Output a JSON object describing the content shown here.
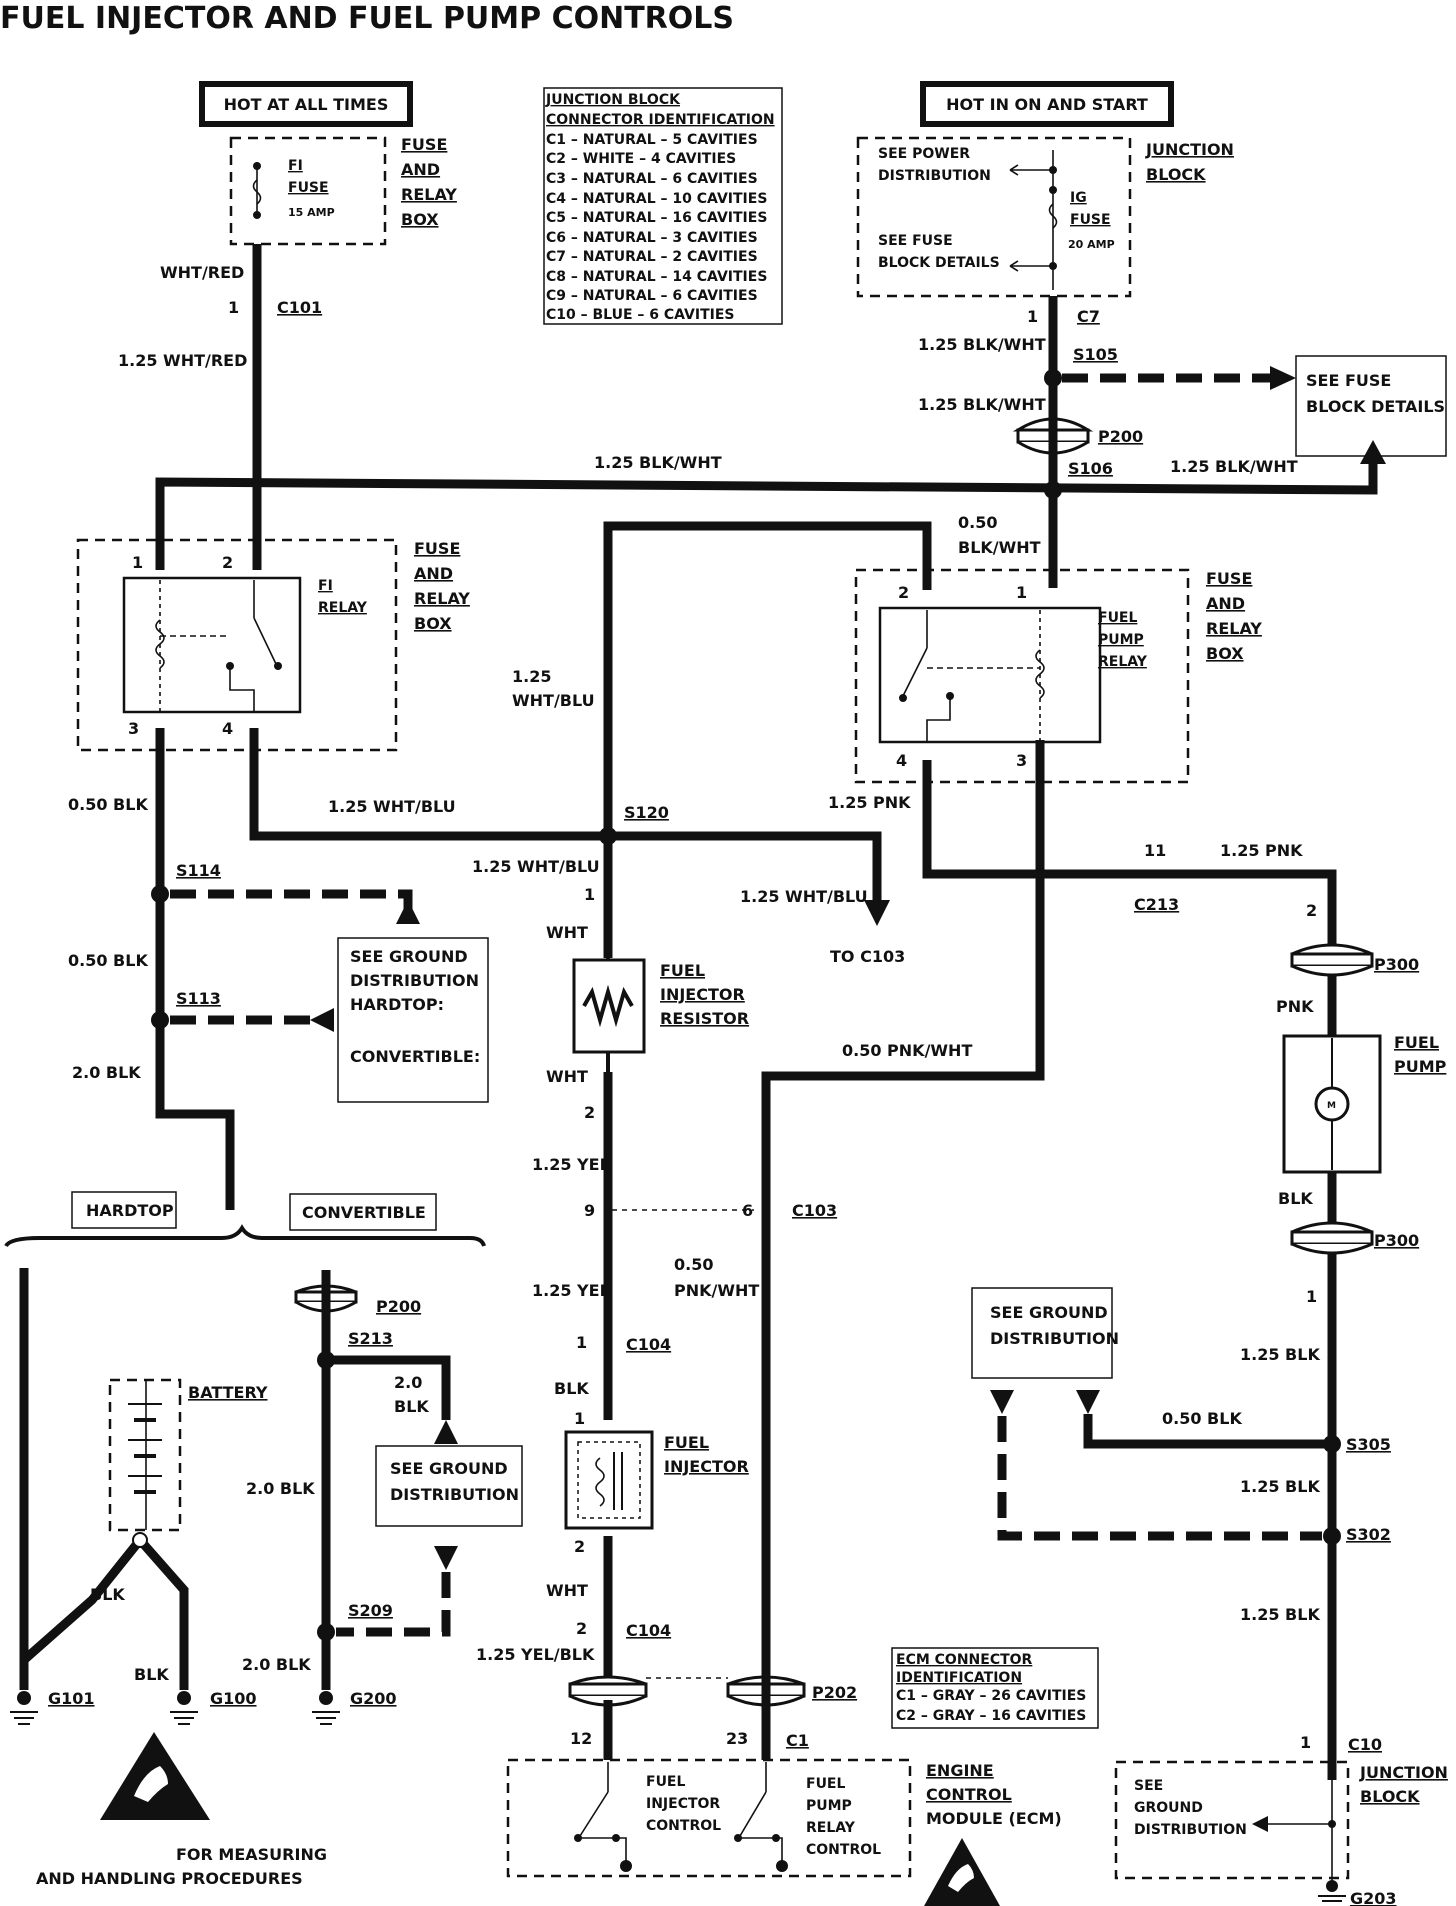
{
  "title": "FUEL INJECTOR AND FUEL PUMP CONTROLS",
  "hot_at_all_times": "HOT AT ALL TIMES",
  "hot_in_on_start": "HOT IN ON AND START",
  "junction_block_table": {
    "header1": "JUNCTION BLOCK",
    "header2": "CONNECTOR IDENTIFICATION",
    "rows": [
      "C1 – NATURAL – 5 CAVITIES",
      "C2 – WHITE – 4 CAVITIES",
      "C3 – NATURAL – 6 CAVITIES",
      "C4 – NATURAL – 10 CAVITIES",
      "C5 – NATURAL – 16 CAVITIES",
      "C6 – NATURAL – 3 CAVITIES",
      "C7 – NATURAL – 2 CAVITIES",
      "C8 – NATURAL – 14 CAVITIES",
      "C9 – NATURAL – 6 CAVITIES",
      "C10 – BLUE – 6 CAVITIES"
    ]
  },
  "ecm_table": {
    "header1": "ECM CONNECTOR",
    "header2": "IDENTIFICATION",
    "rows": [
      "C1 – GRAY – 26 CAVITIES",
      "C2 – GRAY – 16 CAVITIES"
    ]
  },
  "fi_fuse": {
    "name1": "FI",
    "name2": "FUSE",
    "rating": "15 AMP"
  },
  "ig_fuse": {
    "name1": "IG",
    "name2": "FUSE",
    "rating": "20 AMP"
  },
  "fuse_relay_box": {
    "l1": "FUSE",
    "l2": "AND",
    "l3": "RELAY",
    "l4": "BOX"
  },
  "junction_block": {
    "l1": "JUNCTION",
    "l2": "BLOCK"
  },
  "see_power_distribution": {
    "l1": "SEE POWER",
    "l2": "DISTRIBUTION"
  },
  "see_fuse_block_details_small": {
    "l1": "SEE FUSE",
    "l2": "BLOCK DETAILS"
  },
  "see_fuse_block_details": {
    "l1": "SEE FUSE",
    "l2": "BLOCK DETAILS"
  },
  "fi_relay": {
    "l1": "FI",
    "l2": "RELAY"
  },
  "fuel_pump_relay": {
    "l1": "FUEL",
    "l2": "PUMP",
    "l3": "RELAY"
  },
  "see_ground_hardtop": {
    "l1": "SEE GROUND",
    "l2": "DISTRIBUTION",
    "l3": "HARDTOP:",
    "l4": "CONVERTIBLE:"
  },
  "see_ground_1": {
    "l1": "SEE GROUND",
    "l2": "DISTRIBUTION"
  },
  "see_ground_2": {
    "l1": "SEE GROUND",
    "l2": "DISTRIBUTION"
  },
  "see_ground_3": {
    "l1": "SEE",
    "l2": "GROUND",
    "l3": "DISTRIBUTION"
  },
  "fuel_injector_resistor": {
    "l1": "FUEL",
    "l2": "INJECTOR",
    "l3": "RESISTOR"
  },
  "fuel_injector": {
    "l1": "FUEL",
    "l2": "INJECTOR"
  },
  "fuel_pump": {
    "l1": "FUEL",
    "l2": "PUMP"
  },
  "battery": "BATTERY",
  "hardtop": "HARDTOP",
  "convertible": "CONVERTIBLE",
  "to_c103": "TO C103",
  "ecm": {
    "l1": "ENGINE",
    "l2": "CONTROL",
    "l3": "MODULE (ECM)"
  },
  "ecm_inj": {
    "l1": "FUEL",
    "l2": "INJECTOR",
    "l3": "CONTROL"
  },
  "ecm_pump": {
    "l1": "FUEL",
    "l2": "PUMP",
    "l3": "RELAY",
    "l4": "CONTROL"
  },
  "esd_note": {
    "l1": "FOR MEASURING",
    "l2": "AND HANDLING PROCEDURES"
  },
  "wires": {
    "wht_red": "WHT/RED",
    "w125_wht_red": "1.25 WHT/RED",
    "w125_blk_wht_a": "1.25 BLK/WHT",
    "w125_blk_wht_b": "1.25 BLK/WHT",
    "w125_blk_wht_c": "1.25 BLK/WHT",
    "w125_blk_wht_d": "1.25 BLK/WHT",
    "w050": "0.50",
    "blk_wht": "BLK/WHT",
    "w125": "1.25",
    "wht_blu": "WHT/BLU",
    "w125_wht_blu_a": "1.25 WHT/BLU",
    "w125_wht_blu_b": "1.25 WHT/BLU",
    "w125_wht_blu_c": "1.25 WHT/BLU",
    "w050_blk_a": "0.50 BLK",
    "w050_blk_b": "0.50 BLK",
    "w20_blk_a": "2.0 BLK",
    "w125_pnk_a": "1.25 PNK",
    "w125_pnk_b": "1.25 PNK",
    "wht_a": "WHT",
    "wht_b": "WHT",
    "wht_c": "WHT",
    "w050_pnk_wht": "0.50 PNK/WHT",
    "w125_yel_a": "1.25 YEL",
    "w125_yel_b": "1.25 YEL",
    "w050_b": "0.50",
    "pnk_wht": "PNK/WHT",
    "pnk": "PNK",
    "blk_a": "BLK",
    "blk_b": "BLK",
    "blk_c": "BLK",
    "blk_d": "BLK",
    "w20_a": "2.0",
    "w20_blk_b": "2.0 BLK",
    "w20_blk_c": "2.0 BLK",
    "w125_blk_a": "1.25 BLK",
    "w125_blk_b": "1.25 BLK",
    "w125_blk_c": "1.25 BLK",
    "w050_blk_c": "0.50 BLK",
    "w125_yel_blk": "1.25 YEL/BLK"
  },
  "refs": {
    "c101": "C101",
    "c7": "C7",
    "s105": "S105",
    "p200_top": "P200",
    "s106": "S106",
    "s120": "S120",
    "s114": "S114",
    "s113": "S113",
    "c213": "C213",
    "p300_a": "P300",
    "p300_b": "P300",
    "c103": "C103",
    "c104_a": "C104",
    "c104_b": "C104",
    "p200_b": "P200",
    "s213": "S213",
    "s209": "S209",
    "g101": "G101",
    "g100": "G100",
    "g200": "G200",
    "p202": "P202",
    "c1": "C1",
    "s305": "S305",
    "s302": "S302",
    "c10": "C10",
    "g203": "G203"
  },
  "pins": {
    "p1": "1",
    "p2": "2",
    "p3": "3",
    "p4": "4",
    "p6": "6",
    "p9": "9",
    "p11": "11",
    "p12": "12",
    "p23": "23"
  }
}
